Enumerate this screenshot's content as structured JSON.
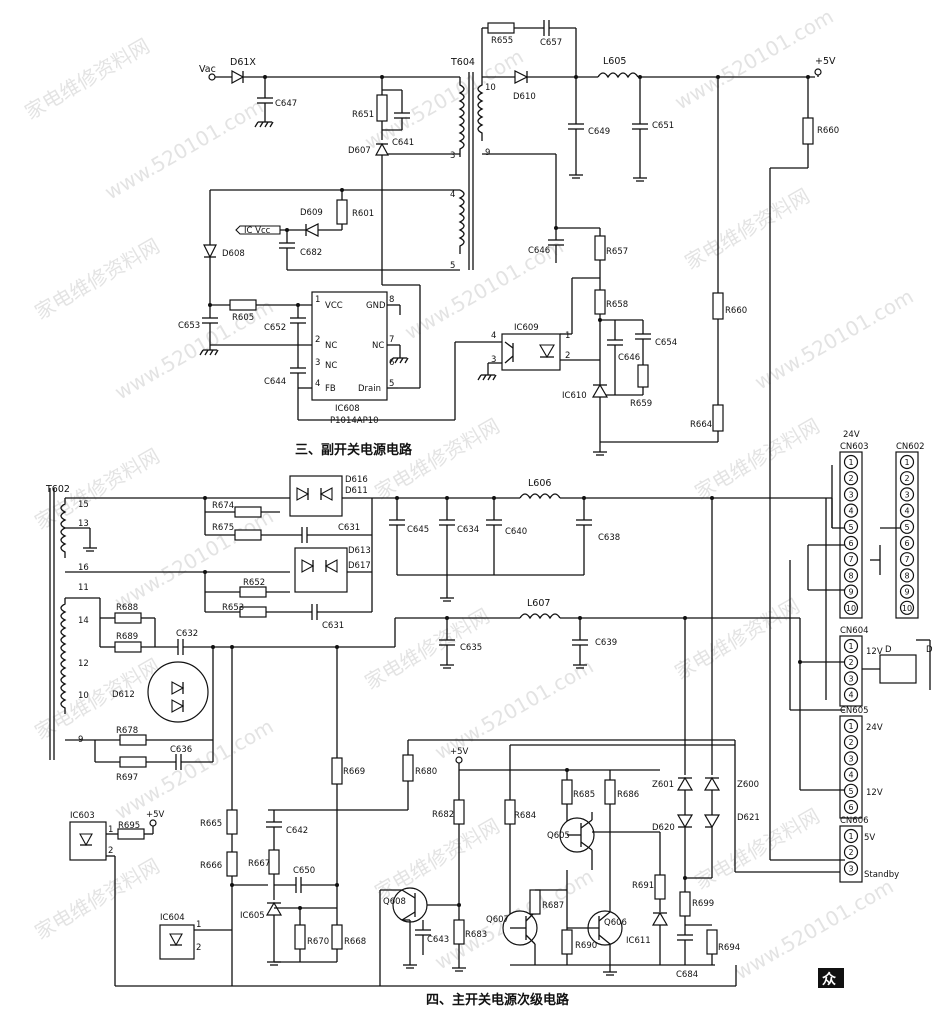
{
  "captions": {
    "aux": "三、副开关电源电路",
    "main": "四、主开关电源次级电路"
  },
  "watermarks": [
    "家电维修资料网",
    "www.520101.com"
  ],
  "corner_mark": "众",
  "aux": {
    "vac": "Vac",
    "d61x": "D61X",
    "c647": "C647",
    "t604": "T604",
    "r655": "R655",
    "c657": "C657",
    "d610": "D610",
    "l605": "L605",
    "p5v": "+5V",
    "r651": "R651",
    "c641": "C641",
    "d607": "D607",
    "c649": "C649",
    "c651": "C651",
    "r660a": "R660",
    "p10": "10",
    "p3": "3",
    "p9": "9",
    "p4": "4",
    "p5": "5",
    "d609": "D609",
    "r601": "R601",
    "icvcc": "IC Vcc",
    "c682": "C682",
    "d608": "D608",
    "c646a": "C646",
    "r657": "R657",
    "c653": "C653",
    "r605": "R605",
    "c652": "C652",
    "c644": "C644",
    "vcc": "VCC",
    "nc2": "NC",
    "nc3": "NC",
    "fb": "FB",
    "gnd": "GND",
    "nc7": "NC",
    "drain": "Drain",
    "n1": "1",
    "n2": "2",
    "n3": "3",
    "n4": "4",
    "n8": "8",
    "n7": "7",
    "n6": "6",
    "n5": "5",
    "ic608": "IC608",
    "p1014": "P1014AP10",
    "ic609": "IC609",
    "o4": "4",
    "o3": "3",
    "o1": "1",
    "o2": "2",
    "r658": "R658",
    "c646b": "C646",
    "c654": "C654",
    "r659": "R659",
    "ic610": "IC610",
    "r660b": "R660",
    "r664": "R664"
  },
  "main": {
    "t602": "T602",
    "t15": "15",
    "t13": "13",
    "t16": "16",
    "t11": "11",
    "t14": "14",
    "t12": "12",
    "t10": "10",
    "t9": "9",
    "r674": "R674",
    "r675": "R675",
    "d616": "D616",
    "d611": "D611",
    "c631a": "C631",
    "d613": "D613",
    "d617": "D617",
    "r652": "R652",
    "r653": "R653",
    "c631b": "C631",
    "c645": "C645",
    "c634": "C634",
    "c640": "C640",
    "l606": "L606",
    "c638": "C638",
    "r688": "R688",
    "r689": "R689",
    "c632": "C632",
    "l607": "L607",
    "c635": "C635",
    "c639": "C639",
    "d612": "D612",
    "r678": "R678",
    "c636": "C636",
    "r697": "R697",
    "r669": "R669",
    "r680": "R680",
    "p5va": "+5V",
    "r682": "R682",
    "r684": "R684",
    "r685": "R685",
    "r686": "R686",
    "q605": "Q605",
    "z601": "Z601",
    "z600": "Z600",
    "d620": "D620",
    "d621": "D621",
    "ic603": "IC603",
    "r695": "R695",
    "p5vb": "+5V",
    "i1": "1",
    "i2": "2",
    "r665": "R665",
    "r666": "R666",
    "c642": "C642",
    "r667": "R667",
    "c650": "C650",
    "ic604": "IC604",
    "j1": "1",
    "j2": "2",
    "ic605": "IC605",
    "r670": "R670",
    "r668": "R668",
    "q608": "Q608",
    "c643": "C643",
    "r683": "R683",
    "q607": "Q607",
    "r687": "R687",
    "r690": "R690",
    "q606": "Q606",
    "r691": "R691",
    "ic611": "IC611",
    "r699": "R699",
    "r694": "R694",
    "c684": "C684"
  },
  "connectors": {
    "v24": "24V",
    "cn603": "CN603",
    "cn602": "CN602",
    "cn604": "CN604",
    "cn605": "CN605",
    "cn606": "CN606",
    "v12": "12V",
    "d1": "D",
    "d2": "D",
    "cn605_24v": "24V",
    "cn605_12v": "12V",
    "cn606_5v": "5V",
    "standby": "Standby",
    "cn603_pins": [
      "1",
      "2",
      "3",
      "4",
      "5",
      "6",
      "7",
      "8",
      "9",
      "10"
    ],
    "cn602_pins": [
      "1",
      "2",
      "3",
      "4",
      "5",
      "6",
      "7",
      "8",
      "9",
      "10"
    ],
    "cn604_pins": [
      "1",
      "2",
      "3",
      "4"
    ],
    "cn605_pins": [
      "1",
      "2",
      "3",
      "4",
      "5",
      "6"
    ],
    "cn606_pins": [
      "1",
      "2",
      "3"
    ]
  }
}
